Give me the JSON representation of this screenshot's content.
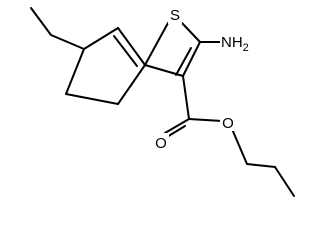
{
  "molecule": {
    "atoms": {
      "sulfur": "S",
      "amine_n": "NH",
      "amine_subscript": "2",
      "carbonyl_o": "O",
      "ester_o": "O"
    }
  }
}
